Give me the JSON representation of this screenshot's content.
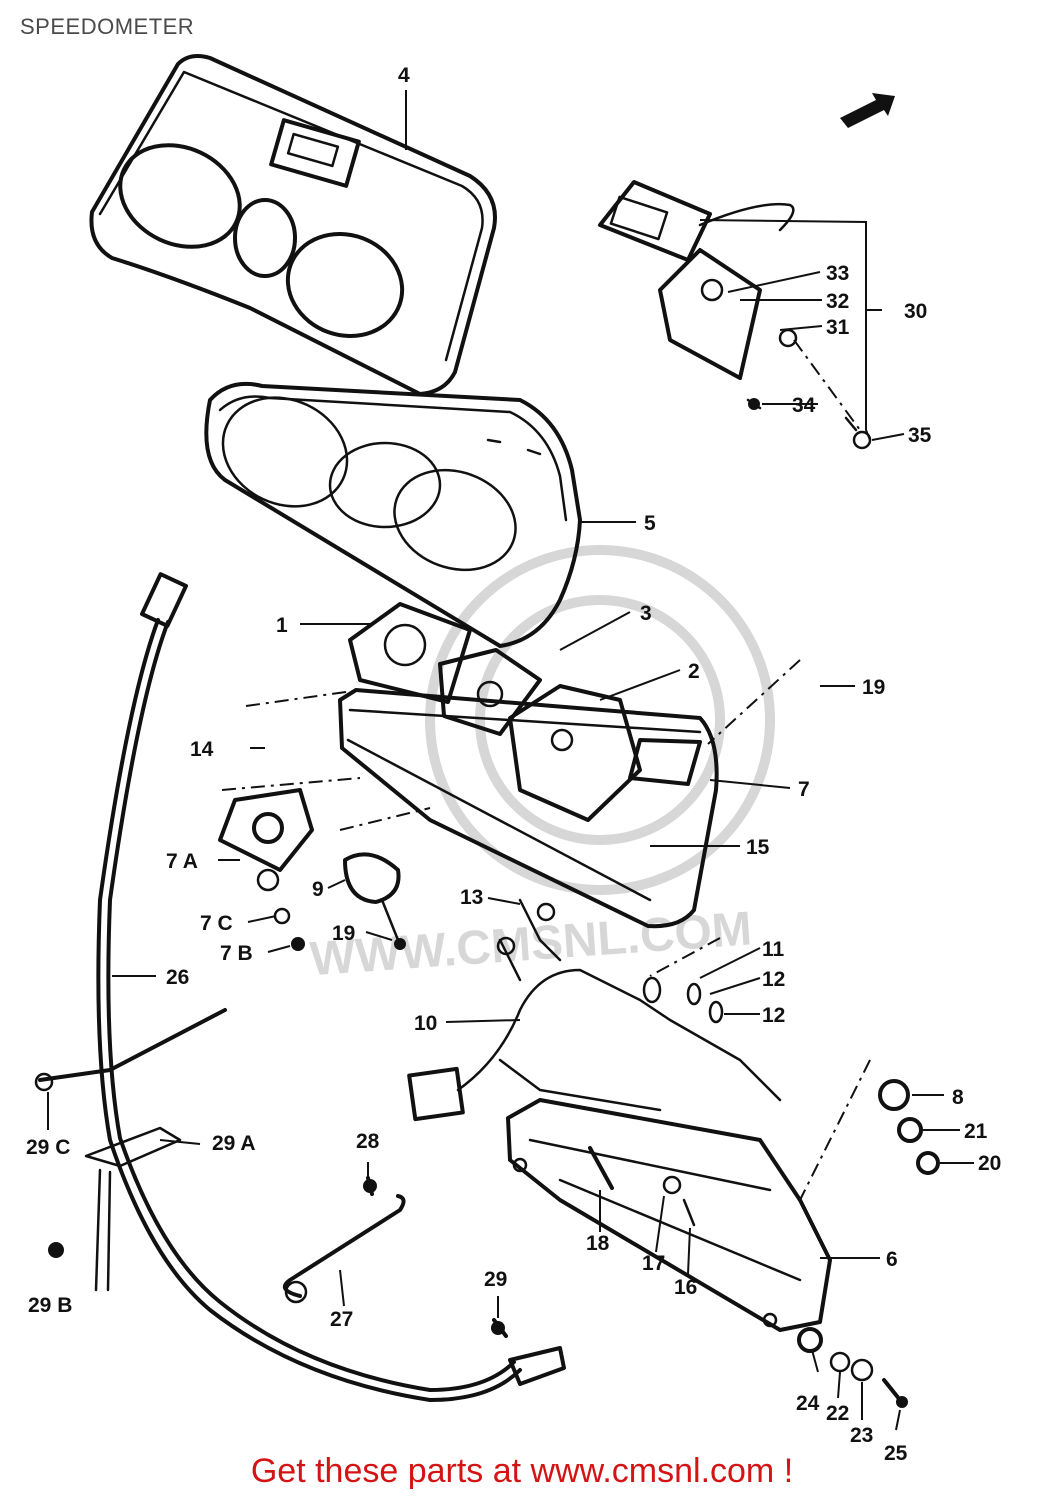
{
  "header": {
    "title": "SPEEDOMETER"
  },
  "footer": {
    "cta": "Get these parts at www.cmsnl.com !"
  },
  "watermark": {
    "text": "WWW.CMSNL.COM"
  },
  "callouts": {
    "c1": "1",
    "c2": "2",
    "c3": "3",
    "c4": "4",
    "c5": "5",
    "c6": "6",
    "c7": "7",
    "c7a": "7 A",
    "c7b": "7 B",
    "c7c": "7 C",
    "c8": "8",
    "c9": "9",
    "c10": "10",
    "c11": "11",
    "c12a": "12",
    "c12b": "12",
    "c13": "13",
    "c14": "14",
    "c15": "15",
    "c16": "16",
    "c17": "17",
    "c18": "18",
    "c19a": "19",
    "c19b": "19",
    "c20": "20",
    "c21": "21",
    "c22": "22",
    "c23": "23",
    "c24": "24",
    "c25": "25",
    "c26": "26",
    "c27": "27",
    "c28": "28",
    "c29": "29",
    "c29a": "29 A",
    "c29b": "29 B",
    "c29c": "29 C",
    "c30": "30",
    "c31": "31",
    "c32": "32",
    "c33": "33",
    "c34": "34",
    "c35": "35"
  }
}
